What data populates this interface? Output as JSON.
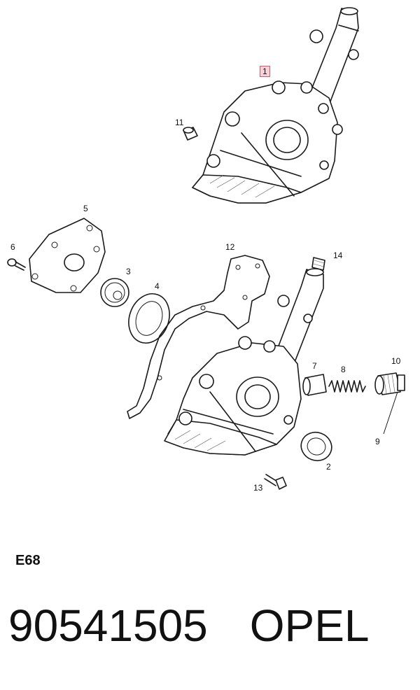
{
  "diagram": {
    "callouts": [
      {
        "id": "1",
        "label": "1",
        "highlighted": true
      },
      {
        "id": "2",
        "label": "2"
      },
      {
        "id": "3",
        "label": "3"
      },
      {
        "id": "4",
        "label": "4"
      },
      {
        "id": "5",
        "label": "5"
      },
      {
        "id": "6",
        "label": "6"
      },
      {
        "id": "7",
        "label": "7"
      },
      {
        "id": "8",
        "label": "8"
      },
      {
        "id": "9",
        "label": "9"
      },
      {
        "id": "10",
        "label": "10"
      },
      {
        "id": "11",
        "label": "11"
      },
      {
        "id": "12",
        "label": "12"
      },
      {
        "id": "13",
        "label": "13"
      },
      {
        "id": "14",
        "label": "14"
      }
    ],
    "highlight_color": "#d9576a"
  },
  "footer": {
    "code": "E68",
    "part_number": "90541505",
    "brand": "OPEL"
  }
}
